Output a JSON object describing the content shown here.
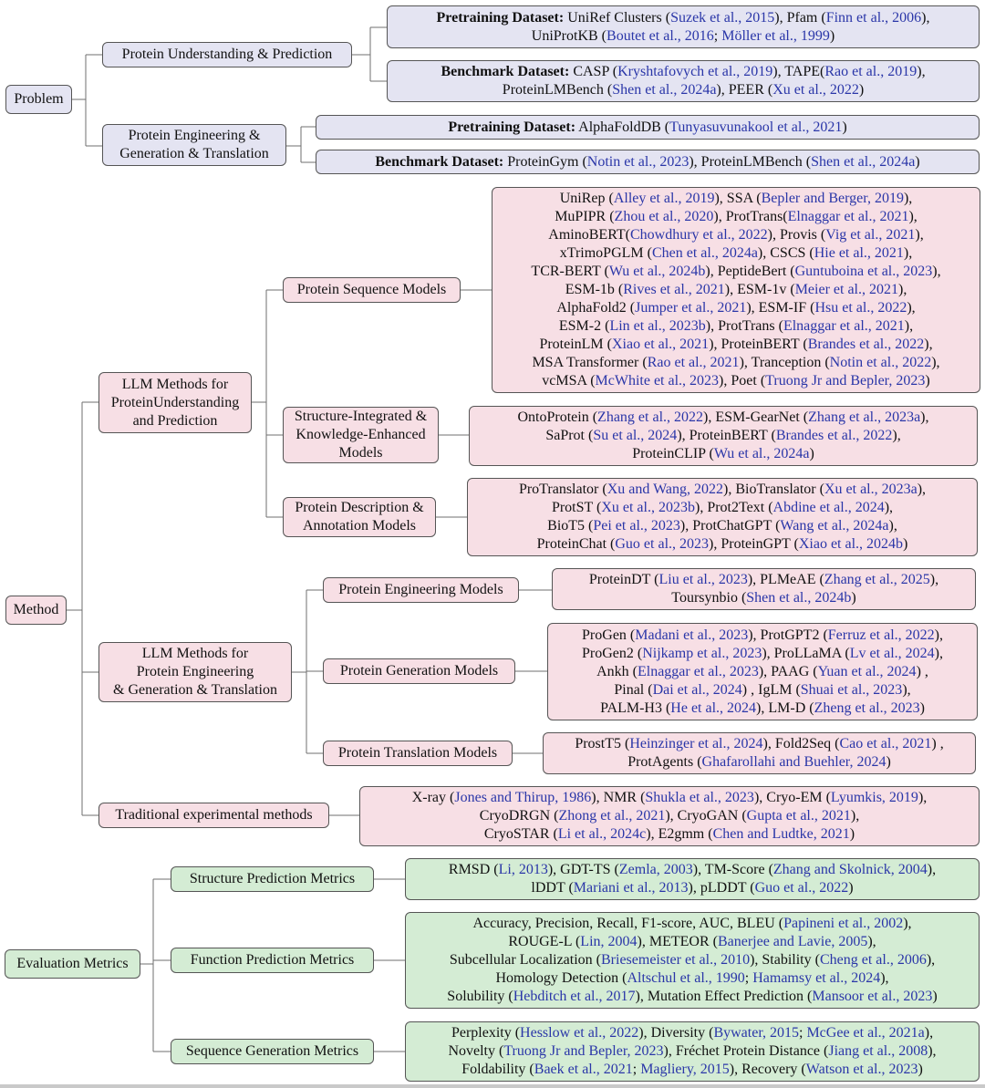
{
  "colors": {
    "problem": "#e4e4f2",
    "method": "#f7dfe5",
    "evaluation": "#d4ecd4",
    "citation": "#2a36a8"
  },
  "roots": {
    "problem": "Problem",
    "method": "Method",
    "evaluation": "Evaluation Metrics"
  },
  "branches": {
    "p1": [
      "Protein Understanding & Prediction"
    ],
    "p2": [
      "Protein Engineering &",
      "Generation & Translation"
    ],
    "m1": [
      "LLM Methods for",
      "ProteinUnderstanding",
      "and Prediction"
    ],
    "m1a": [
      "Protein Sequence Models"
    ],
    "m1b": [
      "Structure-Integrated &",
      "Knowledge-Enhanced",
      "Models"
    ],
    "m1c": [
      "Protein Description &",
      "Annotation Models"
    ],
    "m2": [
      "LLM Methods for",
      "Protein Engineering",
      "& Generation & Translation"
    ],
    "m2a": [
      "Protein Engineering Models"
    ],
    "m2b": [
      "Protein Generation Models"
    ],
    "m2c": [
      "Protein Translation Models"
    ],
    "m3": [
      "Traditional experimental methods"
    ],
    "e1": [
      "Structure Prediction Metrics"
    ],
    "e2": [
      "Function Prediction Metrics"
    ],
    "e3": [
      "Sequence Generation Metrics"
    ]
  },
  "leaves": {
    "p1a": [
      [
        {
          "t": "Pretraining Dataset:",
          "b": true
        },
        {
          "t": " UniRef Clusters ("
        },
        {
          "t": "Suzek et al., 2015",
          "c": true
        },
        {
          "t": "), Pfam ("
        },
        {
          "t": "Finn et al., 2006",
          "c": true
        },
        {
          "t": "),"
        }
      ],
      [
        {
          "t": "UniProtKB ("
        },
        {
          "t": "Boutet et al., 2016",
          "c": true
        },
        {
          "t": "; "
        },
        {
          "t": "Möller et al., 1999",
          "c": true
        },
        {
          "t": ")"
        }
      ]
    ],
    "p1b": [
      [
        {
          "t": "Benchmark Dataset:",
          "b": true
        },
        {
          "t": " CASP ("
        },
        {
          "t": "Kryshtafovych et al., 2019",
          "c": true
        },
        {
          "t": "), TAPE("
        },
        {
          "t": "Rao et al., 2019",
          "c": true
        },
        {
          "t": "),"
        }
      ],
      [
        {
          "t": "ProteinLMBench ("
        },
        {
          "t": "Shen et al., 2024a",
          "c": true
        },
        {
          "t": "), PEER ("
        },
        {
          "t": "Xu et al., 2022",
          "c": true
        },
        {
          "t": ")"
        }
      ]
    ],
    "p2a": [
      [
        {
          "t": "Pretraining Dataset:",
          "b": true
        },
        {
          "t": " AlphaFoldDB ("
        },
        {
          "t": "Tunyasuvunakool et al., 2021",
          "c": true
        },
        {
          "t": ")"
        }
      ]
    ],
    "p2b": [
      [
        {
          "t": "Benchmark Dataset:",
          "b": true
        },
        {
          "t": " ProteinGym ("
        },
        {
          "t": "Notin et al., 2023",
          "c": true
        },
        {
          "t": "), ProteinLMBench ("
        },
        {
          "t": "Shen et al., 2024a",
          "c": true
        },
        {
          "t": ")"
        }
      ]
    ],
    "m1a": [
      [
        {
          "t": "UniRep ("
        },
        {
          "t": "Alley et al., 2019",
          "c": true
        },
        {
          "t": "), SSA ("
        },
        {
          "t": "Bepler and Berger, 2019",
          "c": true
        },
        {
          "t": "),"
        }
      ],
      [
        {
          "t": "MuPIPR ("
        },
        {
          "t": "Zhou et al., 2020",
          "c": true
        },
        {
          "t": "), ProtTrans("
        },
        {
          "t": "Elnaggar et al., 2021",
          "c": true
        },
        {
          "t": "),"
        }
      ],
      [
        {
          "t": "AminoBERT("
        },
        {
          "t": "Chowdhury et al., 2022",
          "c": true
        },
        {
          "t": "), Provis ("
        },
        {
          "t": "Vig et al., 2021",
          "c": true
        },
        {
          "t": "),"
        }
      ],
      [
        {
          "t": "xTrimoPGLM ("
        },
        {
          "t": "Chen et al., 2024a",
          "c": true
        },
        {
          "t": "), CSCS ("
        },
        {
          "t": "Hie et al., 2021",
          "c": true
        },
        {
          "t": "),"
        }
      ],
      [
        {
          "t": "TCR-BERT ("
        },
        {
          "t": "Wu et al., 2024b",
          "c": true
        },
        {
          "t": "), PeptideBert ("
        },
        {
          "t": "Guntuboina et al., 2023",
          "c": true
        },
        {
          "t": "),"
        }
      ],
      [
        {
          "t": "ESM-1b ("
        },
        {
          "t": "Rives et al., 2021",
          "c": true
        },
        {
          "t": "), ESM-1v ("
        },
        {
          "t": "Meier et al., 2021",
          "c": true
        },
        {
          "t": "),"
        }
      ],
      [
        {
          "t": "AlphaFold2 ("
        },
        {
          "t": "Jumper et al., 2021",
          "c": true
        },
        {
          "t": "), ESM-IF ("
        },
        {
          "t": "Hsu et al., 2022",
          "c": true
        },
        {
          "t": "),"
        }
      ],
      [
        {
          "t": "ESM-2 ("
        },
        {
          "t": "Lin et al., 2023b",
          "c": true
        },
        {
          "t": "), ProtTrans ("
        },
        {
          "t": "Elnaggar et al., 2021",
          "c": true
        },
        {
          "t": "),"
        }
      ],
      [
        {
          "t": "ProteinLM ("
        },
        {
          "t": "Xiao et al., 2021",
          "c": true
        },
        {
          "t": "), ProteinBERT ("
        },
        {
          "t": "Brandes et al., 2022",
          "c": true
        },
        {
          "t": "),"
        }
      ],
      [
        {
          "t": "MSA Transformer ("
        },
        {
          "t": "Rao et al., 2021",
          "c": true
        },
        {
          "t": "), Tranception ("
        },
        {
          "t": "Notin et al., 2022",
          "c": true
        },
        {
          "t": "),"
        }
      ],
      [
        {
          "t": "vcMSA ("
        },
        {
          "t": "McWhite et al., 2023",
          "c": true
        },
        {
          "t": "), Poet ("
        },
        {
          "t": "Truong Jr and Bepler, 2023",
          "c": true
        },
        {
          "t": ")"
        }
      ]
    ],
    "m1b": [
      [
        {
          "t": "OntoProtein ("
        },
        {
          "t": "Zhang et al., 2022",
          "c": true
        },
        {
          "t": "), ESM-GearNet ("
        },
        {
          "t": "Zhang et al., 2023a",
          "c": true
        },
        {
          "t": "),"
        }
      ],
      [
        {
          "t": "SaProt ("
        },
        {
          "t": "Su et al., 2024",
          "c": true
        },
        {
          "t": "), ProteinBERT ("
        },
        {
          "t": "Brandes et al., 2022",
          "c": true
        },
        {
          "t": "),"
        }
      ],
      [
        {
          "t": "ProteinCLIP ("
        },
        {
          "t": "Wu et al., 2024a",
          "c": true
        },
        {
          "t": ")"
        }
      ]
    ],
    "m1c": [
      [
        {
          "t": "ProTranslator ("
        },
        {
          "t": "Xu and Wang, 2022",
          "c": true
        },
        {
          "t": "), BioTranslator ("
        },
        {
          "t": "Xu et al., 2023a",
          "c": true
        },
        {
          "t": "),"
        }
      ],
      [
        {
          "t": "ProtST ("
        },
        {
          "t": "Xu et al., 2023b",
          "c": true
        },
        {
          "t": "), Prot2Text ("
        },
        {
          "t": "Abdine et al., 2024",
          "c": true
        },
        {
          "t": "),"
        }
      ],
      [
        {
          "t": "BioT5 ("
        },
        {
          "t": "Pei et al., 2023",
          "c": true
        },
        {
          "t": "), ProtChatGPT ("
        },
        {
          "t": "Wang et al., 2024a",
          "c": true
        },
        {
          "t": "),"
        }
      ],
      [
        {
          "t": "ProteinChat ("
        },
        {
          "t": "Guo et al., 2023",
          "c": true
        },
        {
          "t": "), ProteinGPT ("
        },
        {
          "t": "Xiao et al., 2024b",
          "c": true
        },
        {
          "t": ")"
        }
      ]
    ],
    "m2a": [
      [
        {
          "t": "ProteinDT ("
        },
        {
          "t": "Liu et al., 2023",
          "c": true
        },
        {
          "t": "), PLMeAE ("
        },
        {
          "t": "Zhang et al., 2025",
          "c": true
        },
        {
          "t": "),"
        }
      ],
      [
        {
          "t": "Toursynbio ("
        },
        {
          "t": "Shen et al., 2024b",
          "c": true
        },
        {
          "t": ")"
        }
      ]
    ],
    "m2b": [
      [
        {
          "t": "ProGen ("
        },
        {
          "t": "Madani et al., 2023",
          "c": true
        },
        {
          "t": "), ProtGPT2 ("
        },
        {
          "t": "Ferruz et al., 2022",
          "c": true
        },
        {
          "t": "),"
        }
      ],
      [
        {
          "t": "ProGen2 ("
        },
        {
          "t": "Nijkamp et al., 2023",
          "c": true
        },
        {
          "t": "), ProLLaMA ("
        },
        {
          "t": "Lv et al., 2024",
          "c": true
        },
        {
          "t": "),"
        }
      ],
      [
        {
          "t": "Ankh ("
        },
        {
          "t": "Elnaggar et al., 2023",
          "c": true
        },
        {
          "t": "), PAAG ("
        },
        {
          "t": "Yuan et al., 2024",
          "c": true
        },
        {
          "t": ") ,"
        }
      ],
      [
        {
          "t": "Pinal ("
        },
        {
          "t": "Dai et al., 2024",
          "c": true
        },
        {
          "t": ") , IgLM ("
        },
        {
          "t": "Shuai et al., 2023",
          "c": true
        },
        {
          "t": "),"
        }
      ],
      [
        {
          "t": "PALM-H3 ("
        },
        {
          "t": "He et al., 2024",
          "c": true
        },
        {
          "t": "), LM-D ("
        },
        {
          "t": "Zheng et al., 2023",
          "c": true
        },
        {
          "t": ")"
        }
      ]
    ],
    "m2c": [
      [
        {
          "t": "ProstT5 ("
        },
        {
          "t": "Heinzinger et al., 2024",
          "c": true
        },
        {
          "t": "), Fold2Seq ("
        },
        {
          "t": "Cao et al., 2021",
          "c": true
        },
        {
          "t": ") ,"
        }
      ],
      [
        {
          "t": "ProtAgents ("
        },
        {
          "t": "Ghafarollahi and Buehler, 2024",
          "c": true
        },
        {
          "t": ")"
        }
      ]
    ],
    "m3": [
      [
        {
          "t": "X-ray ("
        },
        {
          "t": "Jones and Thirup, 1986",
          "c": true
        },
        {
          "t": "), NMR ("
        },
        {
          "t": "Shukla et al., 2023",
          "c": true
        },
        {
          "t": "), Cryo-EM ("
        },
        {
          "t": "Lyumkis, 2019",
          "c": true
        },
        {
          "t": "),"
        }
      ],
      [
        {
          "t": "CryoDRGN ("
        },
        {
          "t": "Zhong et al., 2021",
          "c": true
        },
        {
          "t": "), CryoGAN ("
        },
        {
          "t": "Gupta et al., 2021",
          "c": true
        },
        {
          "t": "),"
        }
      ],
      [
        {
          "t": "CryoSTAR ("
        },
        {
          "t": "Li et al., 2024c",
          "c": true
        },
        {
          "t": "), E2gmm ("
        },
        {
          "t": "Chen and Ludtke, 2021",
          "c": true
        },
        {
          "t": ")"
        }
      ]
    ],
    "e1": [
      [
        {
          "t": "RMSD ("
        },
        {
          "t": "Li, 2013",
          "c": true
        },
        {
          "t": "), GDT-TS ("
        },
        {
          "t": "Zemla, 2003",
          "c": true
        },
        {
          "t": "), TM-Score ("
        },
        {
          "t": "Zhang and Skolnick, 2004",
          "c": true
        },
        {
          "t": "),"
        }
      ],
      [
        {
          "t": "lDDT ("
        },
        {
          "t": "Mariani et al., 2013",
          "c": true
        },
        {
          "t": "), pLDDT  ("
        },
        {
          "t": "Guo et al., 2022",
          "c": true
        },
        {
          "t": ")"
        }
      ]
    ],
    "e2": [
      [
        {
          "t": "Accuracy, Precision, Recall, F1-score, AUC, BLEU ("
        },
        {
          "t": "Papineni et al., 2002",
          "c": true
        },
        {
          "t": "),"
        }
      ],
      [
        {
          "t": "ROUGE-L ("
        },
        {
          "t": "Lin, 2004",
          "c": true
        },
        {
          "t": "), METEOR ("
        },
        {
          "t": "Banerjee and Lavie, 2005",
          "c": true
        },
        {
          "t": "),"
        }
      ],
      [
        {
          "t": "Subcellular Localization ("
        },
        {
          "t": "Briesemeister et al., 2010",
          "c": true
        },
        {
          "t": "), Stability ("
        },
        {
          "t": "Cheng et al., 2006",
          "c": true
        },
        {
          "t": "),"
        }
      ],
      [
        {
          "t": "Homology Detection ("
        },
        {
          "t": "Altschul et al., 1990",
          "c": true
        },
        {
          "t": "; "
        },
        {
          "t": "Hamamsy et al., 2024",
          "c": true
        },
        {
          "t": "),"
        }
      ],
      [
        {
          "t": "Solubility ("
        },
        {
          "t": "Hebditch et al., 2017",
          "c": true
        },
        {
          "t": "), Mutation Effect Prediction ("
        },
        {
          "t": "Mansoor et al., 2023",
          "c": true
        },
        {
          "t": ")"
        }
      ]
    ],
    "e3": [
      [
        {
          "t": "Perplexity ("
        },
        {
          "t": "Hesslow et al., 2022",
          "c": true
        },
        {
          "t": "), Diversity ("
        },
        {
          "t": "Bywater, 2015",
          "c": true
        },
        {
          "t": "; "
        },
        {
          "t": "McGee et al., 2021a",
          "c": true
        },
        {
          "t": "),"
        }
      ],
      [
        {
          "t": "Novelty ("
        },
        {
          "t": "Truong Jr and Bepler, 2023",
          "c": true
        },
        {
          "t": "), Fréchet Protein Distance ("
        },
        {
          "t": "Jiang et al., 2008",
          "c": true
        },
        {
          "t": "),"
        }
      ],
      [
        {
          "t": "Foldability ("
        },
        {
          "t": "Baek et al., 2021",
          "c": true
        },
        {
          "t": "; "
        },
        {
          "t": "Magliery, 2015",
          "c": true
        },
        {
          "t": "), Recovery ("
        },
        {
          "t": "Watson et al., 2023",
          "c": true
        },
        {
          "t": ")"
        }
      ]
    ]
  }
}
